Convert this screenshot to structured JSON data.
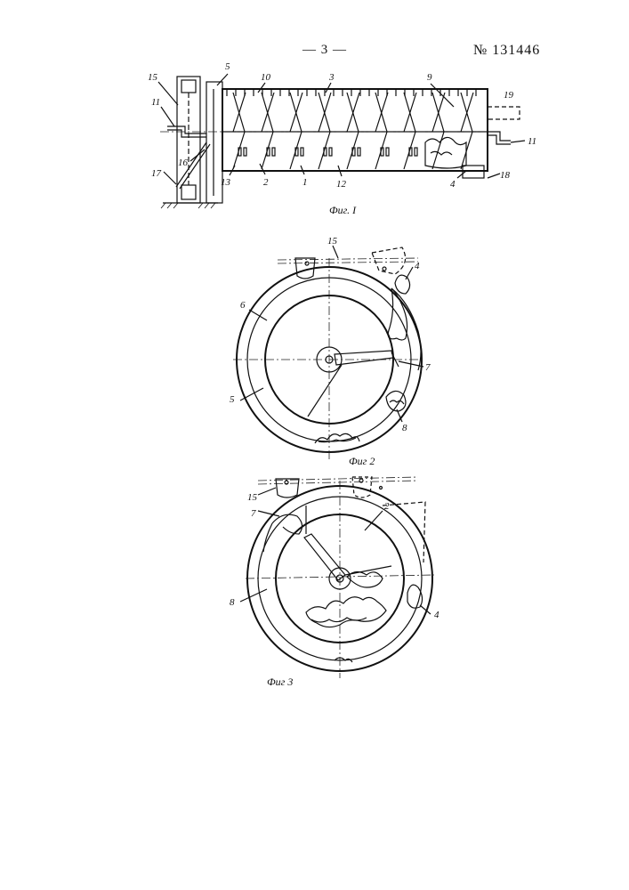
{
  "header": {
    "page_number": "— 3 —",
    "patent_number": "№ 131446"
  },
  "figures": {
    "fig1": {
      "caption": "Фиг. I",
      "labels": [
        "15",
        "11",
        "16",
        "17",
        "5",
        "10",
        "3",
        "9",
        "19",
        "11",
        "13",
        "2",
        "1",
        "12",
        "4",
        "18"
      ]
    },
    "fig2": {
      "caption": "Фиг 2",
      "labels": [
        "15",
        "4",
        "6",
        "7",
        "5",
        "8"
      ]
    },
    "fig3": {
      "caption": "Фиг 3",
      "labels": [
        "15",
        "7",
        "2",
        "8",
        "4"
      ]
    }
  }
}
